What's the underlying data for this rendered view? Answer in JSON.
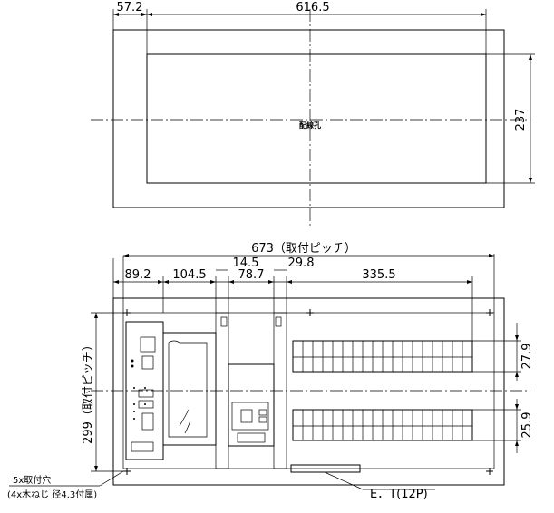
{
  "top_view": {
    "dim_left": "57.2",
    "dim_width": "616.5",
    "dim_height": "237",
    "center_label": "配線孔"
  },
  "front_view": {
    "dim_pitch": "673（取付ピッチ）",
    "dim_a": "89.2",
    "dim_b": "104.5",
    "dim_c": "14.5",
    "dim_d": "78.7",
    "dim_e": "29.8",
    "dim_f": "335.5",
    "dim_right_top": "27.9",
    "dim_right_bottom": "25.9",
    "dim_vertical_pitch": "299（取付ピッチ）",
    "note_line1": "5x取付穴",
    "note_line2": "(4x木ねじ 径4.3付属)",
    "et_label": "E．T(12P)"
  }
}
